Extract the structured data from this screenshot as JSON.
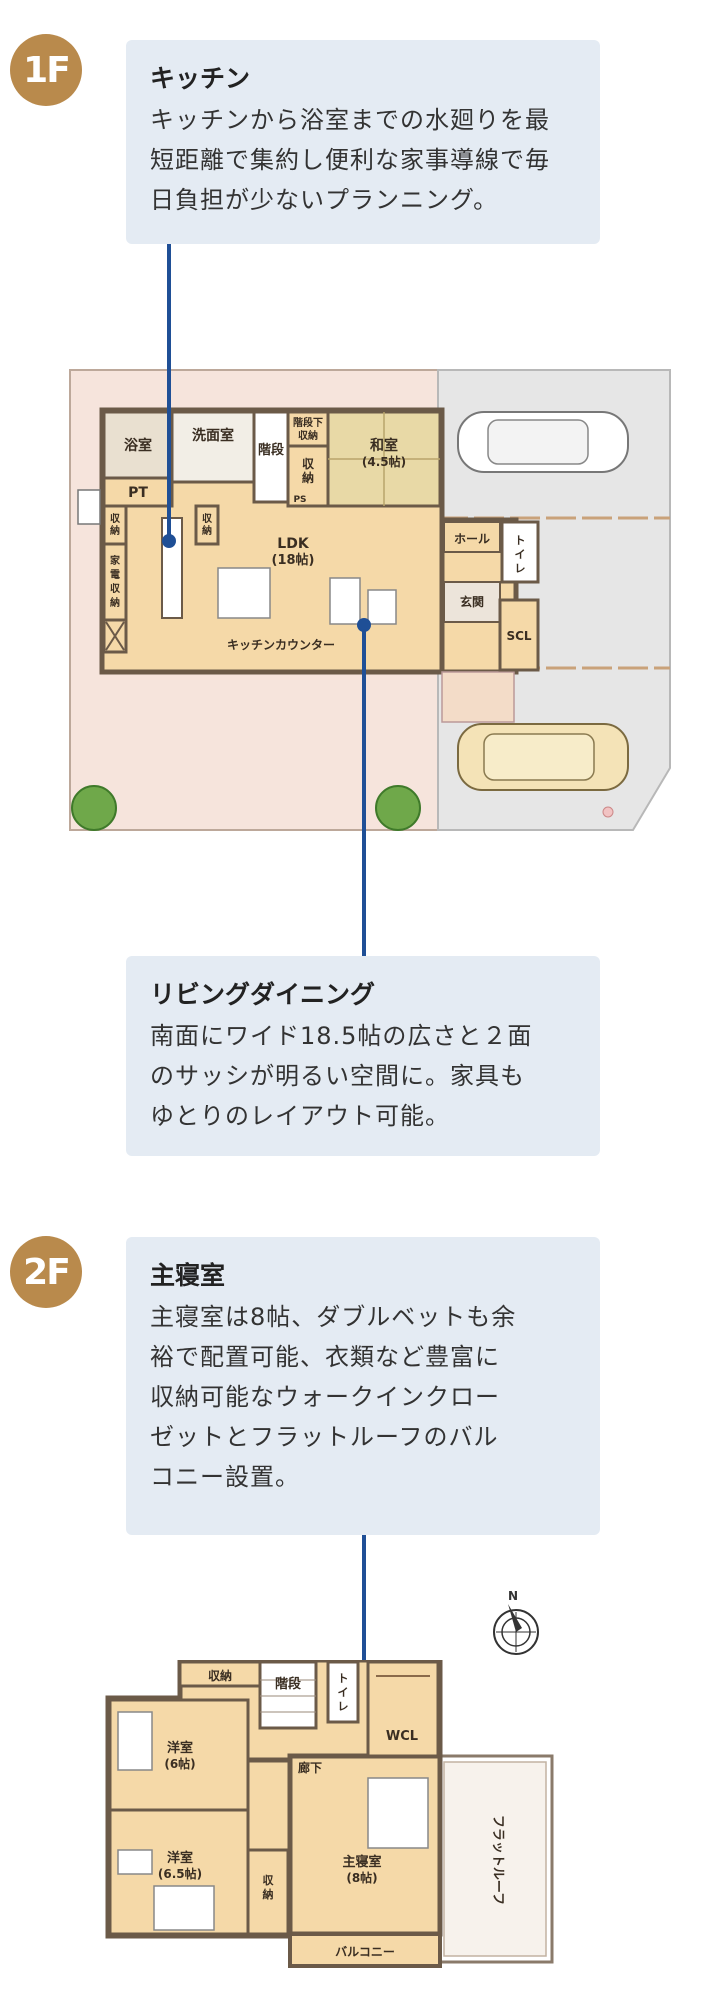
{
  "floors": {
    "f1": {
      "badge": "1F"
    },
    "f2": {
      "badge": "2F"
    }
  },
  "callouts": {
    "kitchen": {
      "title": "キッチン",
      "body": [
        "キッチンから浴室までの水廻りを最",
        "短距離で集約し便利な家事導線で毎",
        "日負担が少ないプランニング。"
      ]
    },
    "living": {
      "title": "リビングダイニング",
      "body": [
        "南面にワイド18.5帖の広さと２面",
        "のサッシが明るい空間に。家具も",
        "ゆとりのレイアウト可能。"
      ]
    },
    "master": {
      "title": "主寝室",
      "body": [
        "主寝室は8帖、ダブルベットも余",
        "裕で配置可能、衣類など豊富に",
        "収納可能なウォークインクロー",
        "ゼットとフラットルーフのバル",
        "コニー設置。"
      ]
    }
  },
  "plan1f": {
    "bath": "浴室",
    "washroom": "洗面室",
    "stairs": "階段",
    "under_stairs_1": "階段下",
    "under_stairs_2": "収納",
    "storage_a_1": "収",
    "storage_a_2": "納",
    "ps": "PS",
    "washitsu": "和室",
    "washitsu_size": "(4.5帖)",
    "pt": "PT",
    "storage_b_1": "収",
    "storage_b_2": "納",
    "storage_c_1": "収",
    "storage_c_2": "納",
    "appliance_1": "家",
    "appliance_2": "電",
    "appliance_3": "収",
    "appliance_4": "納",
    "ldk": "LDK",
    "ldk_size": "(18帖)",
    "counter": "キッチンカウンター",
    "hall": "ホール",
    "toilet_1": "ト",
    "toilet_2": "イ",
    "toilet_3": "レ",
    "entrance": "玄関",
    "scl": "SCL"
  },
  "plan2f": {
    "compass_n": "N",
    "storage_top": "収納",
    "stairs": "階段",
    "toilet_1": "ト",
    "toilet_2": "イ",
    "toilet_3": "レ",
    "western1": "洋室",
    "western1_size": "(6帖)",
    "corridor": "廊下",
    "wcl": "WCL",
    "western2": "洋室",
    "western2_size": "(6.5帖)",
    "storage_side_1": "収",
    "storage_side_2": "納",
    "master": "主寝室",
    "master_size": "(8帖)",
    "flat_roof": "フラットルーフ",
    "balcony": "バルコニー"
  },
  "colors": {
    "accent_badge": "#b98a4c",
    "callout_bg": "#e4ebf3",
    "connector": "#1f4f96",
    "floor_wood": "#f5d9a8",
    "wall": "#6b5a48",
    "yard": "#f6e4dc",
    "parking": "#e6e6e6"
  }
}
